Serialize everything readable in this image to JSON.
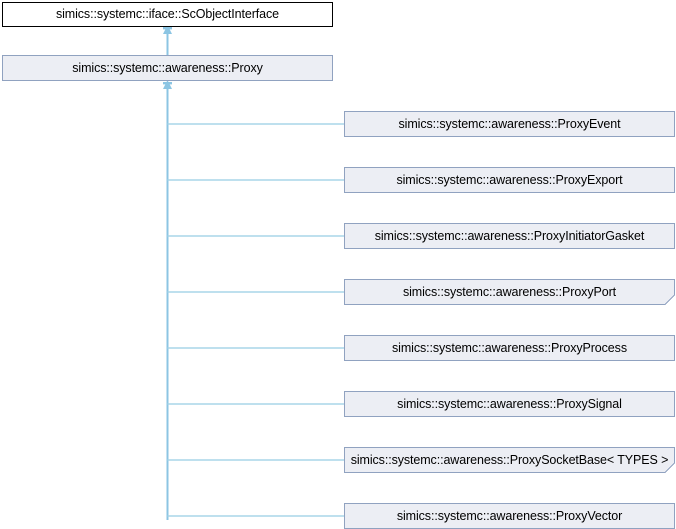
{
  "diagram": {
    "title": "Inheritance diagram",
    "type": "uml-inheritance-tree",
    "colors": {
      "node_fill": "#eceef4",
      "node_border": "#90a2c0",
      "root_fill": "#ffffff",
      "root_border": "#000000",
      "edge": "#8cc5e3",
      "text": "#000000",
      "background": "#ffffff"
    },
    "root": {
      "label": "simics::systemc::iface::ScObjectInterface"
    },
    "base": {
      "label": "simics::systemc::awareness::Proxy"
    },
    "derived": [
      {
        "label": "simics::systemc::awareness::ProxyEvent",
        "template": false
      },
      {
        "label": "simics::systemc::awareness::ProxyExport",
        "template": false
      },
      {
        "label": "simics::systemc::awareness::ProxyInitiatorGasket",
        "template": false
      },
      {
        "label": "simics::systemc::awareness::ProxyPort",
        "template": true
      },
      {
        "label": "simics::systemc::awareness::ProxyProcess",
        "template": false
      },
      {
        "label": "simics::systemc::awareness::ProxySignal",
        "template": false
      },
      {
        "label": "simics::systemc::awareness::ProxySocketBase< TYPES >",
        "template": true
      },
      {
        "label": "simics::systemc::awareness::ProxyVector",
        "template": false
      }
    ]
  }
}
